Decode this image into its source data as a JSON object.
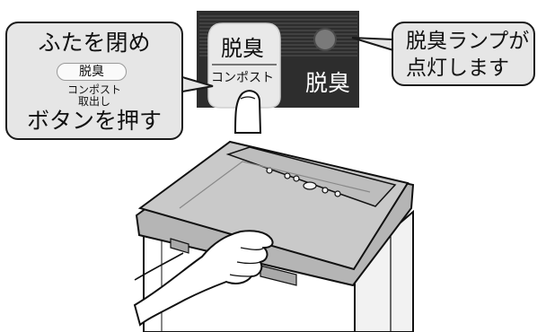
{
  "left_callout": {
    "line1": "ふたを閉め",
    "button_label": "脱臭",
    "small_line1": "コンポスト",
    "small_line2": "取出し",
    "line3": "ボタンを押す"
  },
  "right_callout": {
    "line1": "脱臭ランプが",
    "line2": "点灯します"
  },
  "control_panel": {
    "button_main_label": "脱臭",
    "button_sub_label": "コンポスト",
    "lamp_label": "脱臭",
    "lamp_state": "lit"
  },
  "colors": {
    "panel": "#2d2d2d",
    "callout_fill": "#e6e6e6",
    "lid": "#c4c4c4"
  }
}
